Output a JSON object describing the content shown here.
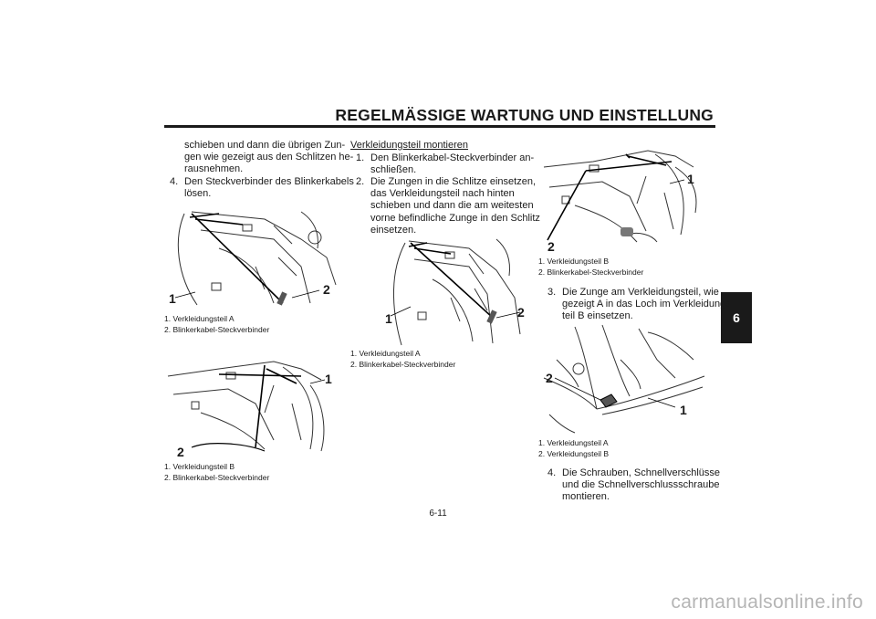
{
  "header": {
    "title": "REGELMÄSSIGE WARTUNG UND EINSTELLUNG",
    "chapter_tab": "6"
  },
  "left_column": {
    "continuation_lines": [
      "schieben und dann die übrigen Zun-",
      "gen wie gezeigt aus den Schlitzen he-",
      "rausnehmen."
    ],
    "step4": {
      "number": "4.",
      "lines": [
        "Den Steckverbinder des Blinkerkabels",
        "lösen."
      ]
    },
    "figure1": {
      "callouts": [
        "1",
        "2"
      ],
      "captions": [
        "1.  Verkleidungsteil A",
        "2.  Blinkerkabel-Steckverbinder"
      ]
    },
    "figure2": {
      "callouts": [
        "1",
        "2"
      ],
      "captions": [
        "1.  Verkleidungsteil B",
        "2.  Blinkerkabel-Steckverbinder"
      ]
    }
  },
  "middle_column": {
    "heading": "Verkleidungsteil montieren",
    "step1": {
      "number": "1.",
      "lines": [
        "Den Blinkerkabel-Steckverbinder an-",
        "schließen."
      ]
    },
    "step2": {
      "number": "2.",
      "lines": [
        "Die Zungen in die Schlitze einsetzen,",
        "das Verkleidungsteil nach hinten",
        "schieben und dann die am weitesten",
        "vorne befindliche Zunge in den Schlitz",
        "einsetzen."
      ]
    },
    "figure3": {
      "callouts": [
        "1",
        "2"
      ],
      "captions": [
        "1.  Verkleidungsteil A",
        "2.  Blinkerkabel-Steckverbinder"
      ]
    }
  },
  "right_column": {
    "figure4": {
      "callouts": [
        "1",
        "2"
      ],
      "captions": [
        "1.  Verkleidungsteil B",
        "2.  Blinkerkabel-Steckverbinder"
      ]
    },
    "step3": {
      "number": "3.",
      "lines": [
        "Die Zunge am Verkleidungsteil, wie",
        "gezeigt A in das Loch im Verkleidungs-",
        "teil B einsetzen."
      ]
    },
    "figure5": {
      "callouts": [
        "2",
        "1"
      ],
      "captions": [
        "1.  Verkleidungsteil A",
        "2.  Verkleidungsteil B"
      ]
    },
    "step4": {
      "number": "4.",
      "lines": [
        "Die Schrauben, Schnellverschlüsse",
        "und die Schnellverschlussschraube",
        "montieren."
      ]
    }
  },
  "footer": {
    "page_number": "6-11",
    "watermark": "carmanualsonline.info"
  }
}
